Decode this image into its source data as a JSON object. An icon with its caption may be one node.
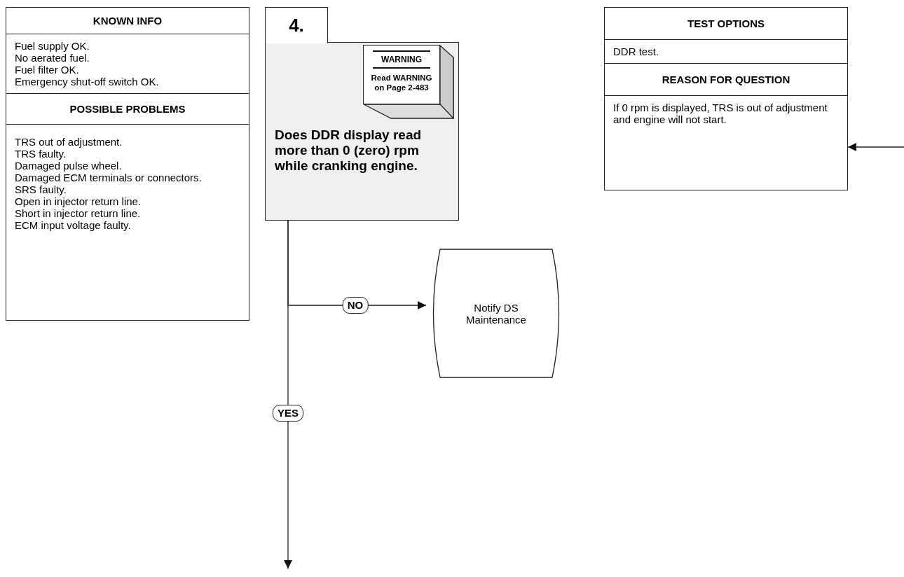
{
  "diagram": {
    "nodes": [
      {
        "text": [
          "KNOWN INFO",
          "Fuel supply OK.",
          "No aerated fuel.",
          "Fuel filter OK.",
          "Emergency shut-off switch OK.",
          "POSSIBLE PROBLEMS",
          "TRS out of adjustment.",
          "TRS faulty.",
          "Damaged pulse wheel.",
          "Damaged ECM terminals or connectors.",
          "SRS faulty.",
          "Open in injector return line.",
          "Short in injector return line.",
          "ECM input voltage faulty."
        ]
      },
      {
        "text": [
          "4.",
          "Does DDR display read more than 0 (zero) rpm while cranking engine."
        ]
      },
      {
        "text": [
          "WARNING",
          "Read WARNING on Page 2-483"
        ],
        "in": 1
      },
      {
        "text": [
          "TEST OPTIONS",
          "DDR test.",
          "REASON FOR QUESTION",
          "If 0 rpm is displayed, TRS is out of adjustment and engine will not start."
        ]
      },
      {
        "text": [
          "Notify DS Maintenance"
        ]
      }
    ],
    "edges": [
      {
        "from": 1,
        "to": 4,
        "arrow": "to",
        "label": "NO"
      },
      {
        "from": 1,
        "to": null,
        "arrow": "to",
        "label": "YES"
      },
      {
        "from": null,
        "to": 3,
        "arrow": "to"
      }
    ]
  }
}
